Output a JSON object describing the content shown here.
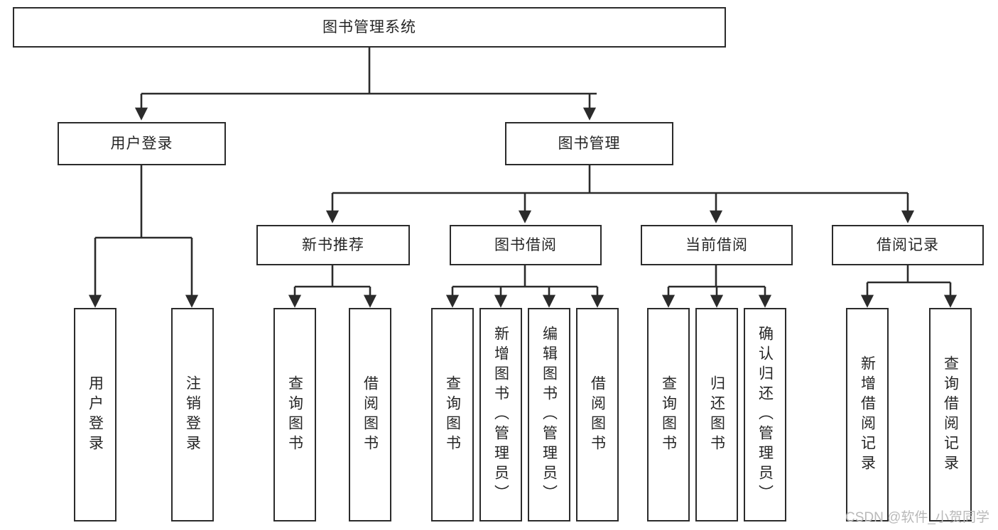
{
  "diagram": {
    "type": "tree",
    "title": "图书管理系统",
    "orientation": "top-down",
    "colors": {
      "node_border": "#2b2b2b",
      "node_fill": "#ffffff",
      "edge": "#2b2b2b",
      "text": "#262626",
      "watermark": "#b9b9b9",
      "background": "#ffffff"
    },
    "nodes": {
      "root": {
        "label": "图书管理系统"
      },
      "level2": [
        {
          "id": "user-login",
          "label": "用户登录"
        },
        {
          "id": "book-manage",
          "label": "图书管理"
        }
      ],
      "level3": [
        {
          "id": "new-book-recommend",
          "label": "新书推荐"
        },
        {
          "id": "book-borrow",
          "label": "图书借阅"
        },
        {
          "id": "current-borrow",
          "label": "当前借阅"
        },
        {
          "id": "borrow-record",
          "label": "借阅记录"
        }
      ],
      "leaves": {
        "user-login": [
          {
            "id": "leaf-user-login",
            "label": "用户登录"
          },
          {
            "id": "leaf-logout",
            "label": "注销登录"
          }
        ],
        "new-book-recommend": [
          {
            "id": "leaf-query-book-1",
            "label": "查询图书"
          },
          {
            "id": "leaf-borrow-book-1",
            "label": "借阅图书"
          }
        ],
        "book-borrow": [
          {
            "id": "leaf-query-book-2",
            "label": "查询图书"
          },
          {
            "id": "leaf-add-book",
            "label": "新增图书（管理员）"
          },
          {
            "id": "leaf-edit-book",
            "label": "编辑图书（管理员）"
          },
          {
            "id": "leaf-borrow-book-2",
            "label": "借阅图书"
          }
        ],
        "current-borrow": [
          {
            "id": "leaf-query-book-3",
            "label": "查询图书"
          },
          {
            "id": "leaf-return-book",
            "label": "归还图书"
          },
          {
            "id": "leaf-confirm-return",
            "label": "确认归还（管理员）"
          }
        ],
        "borrow-record": [
          {
            "id": "leaf-add-record",
            "label": "新增借阅记录"
          },
          {
            "id": "leaf-query-record",
            "label": "查询借阅记录"
          }
        ]
      }
    },
    "watermark": "CSDN @软件_小贺同学"
  }
}
